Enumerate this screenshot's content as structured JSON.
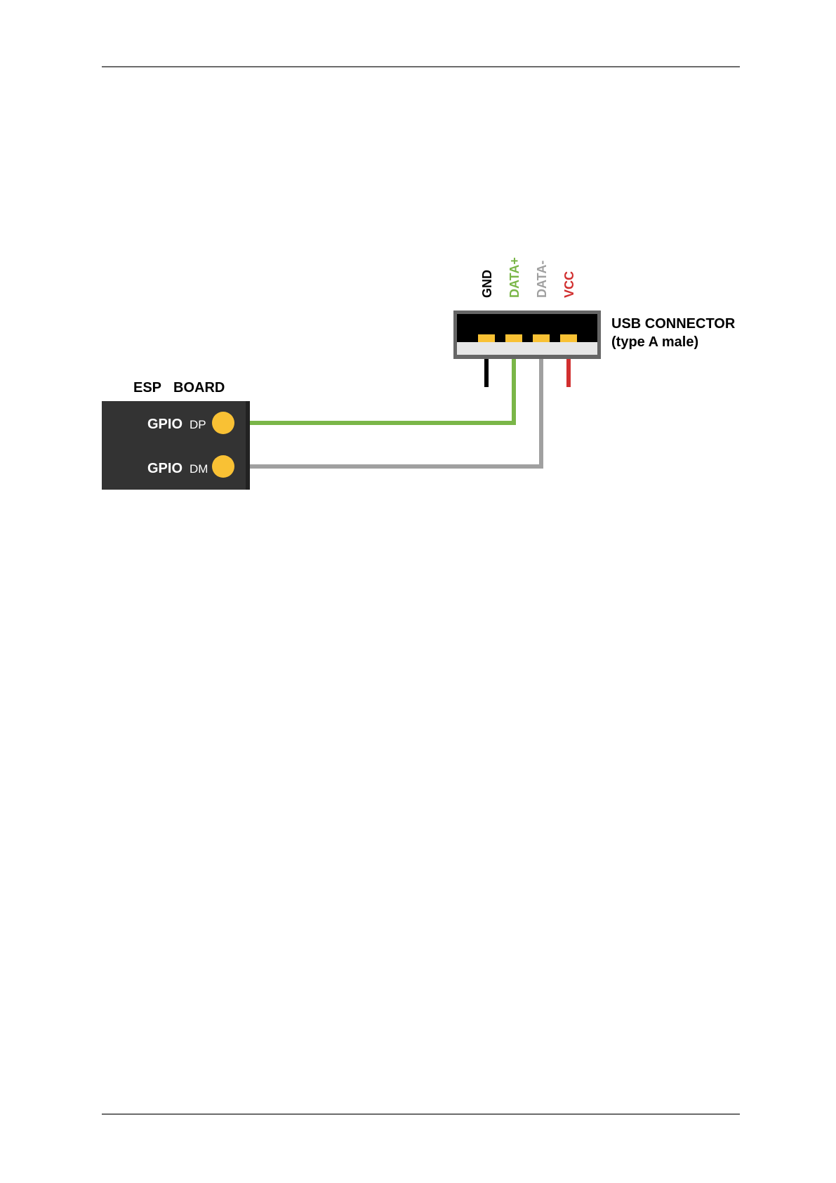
{
  "colors": {
    "board": "#333333",
    "pad": "#f9c134",
    "wire_data_plus": "#7ab648",
    "wire_data_minus": "#a0a0a0",
    "wire_gnd": "#000000",
    "wire_vcc": "#d12f2f",
    "connector_frame": "#666666",
    "connector_body": "#000000",
    "connector_tongue": "#e6e6e6",
    "text_dark": "#000000",
    "text_light": "#ffffff"
  },
  "esp_board": {
    "title_part1": "ESP",
    "title_part2": "BOARD",
    "pins": [
      {
        "main": "GPIO",
        "sub": "DP"
      },
      {
        "main": "GPIO",
        "sub": "DM"
      }
    ]
  },
  "usb_connector": {
    "label_line1": "USB CONNECTOR",
    "label_line2": "(type A male)",
    "pins": [
      {
        "label": "GND",
        "color": "#000000"
      },
      {
        "label": "DATA+",
        "color": "#7ab648"
      },
      {
        "label": "DATA-",
        "color": "#a0a0a0"
      },
      {
        "label": "VCC",
        "color": "#d12f2f"
      }
    ]
  }
}
